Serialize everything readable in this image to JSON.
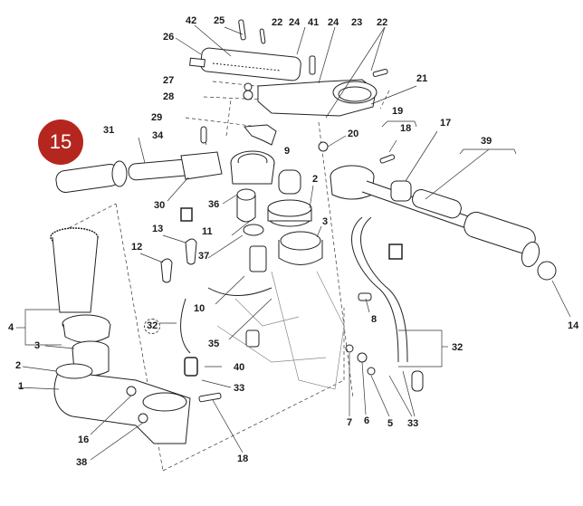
{
  "diagram": {
    "title": "Handlebar / Steering Head Exploded View",
    "figure_badge": {
      "label": "15",
      "color": "#b5261e"
    },
    "callouts": [
      {
        "id": "c42",
        "label": "42"
      },
      {
        "id": "c25",
        "label": "25"
      },
      {
        "id": "c22a",
        "label": "22"
      },
      {
        "id": "c24a",
        "label": "24"
      },
      {
        "id": "c41",
        "label": "41"
      },
      {
        "id": "c24b",
        "label": "24"
      },
      {
        "id": "c23",
        "label": "23"
      },
      {
        "id": "c22b",
        "label": "22"
      },
      {
        "id": "c26",
        "label": "26"
      },
      {
        "id": "c27",
        "label": "27"
      },
      {
        "id": "c28",
        "label": "28"
      },
      {
        "id": "c21",
        "label": "21"
      },
      {
        "id": "c29",
        "label": "29"
      },
      {
        "id": "c31",
        "label": "31"
      },
      {
        "id": "c34",
        "label": "34"
      },
      {
        "id": "c19",
        "label": "19"
      },
      {
        "id": "c18a",
        "label": "18"
      },
      {
        "id": "c17",
        "label": "17"
      },
      {
        "id": "c20",
        "label": "20"
      },
      {
        "id": "c39",
        "label": "39"
      },
      {
        "id": "c9",
        "label": "9"
      },
      {
        "id": "c2a",
        "label": "2"
      },
      {
        "id": "c30",
        "label": "30"
      },
      {
        "id": "c36",
        "label": "36"
      },
      {
        "id": "c11",
        "label": "11"
      },
      {
        "id": "c3a",
        "label": "3"
      },
      {
        "id": "c13",
        "label": "13"
      },
      {
        "id": "c12",
        "label": "12"
      },
      {
        "id": "c37",
        "label": "37"
      },
      {
        "id": "c10",
        "label": "10"
      },
      {
        "id": "c8",
        "label": "8"
      },
      {
        "id": "c14",
        "label": "14"
      },
      {
        "id": "c4",
        "label": "4"
      },
      {
        "id": "c32a",
        "label": "32"
      },
      {
        "id": "c3b",
        "label": "3"
      },
      {
        "id": "c35",
        "label": "35"
      },
      {
        "id": "c32b",
        "label": "32"
      },
      {
        "id": "c2b",
        "label": "2"
      },
      {
        "id": "c40",
        "label": "40"
      },
      {
        "id": "c1",
        "label": "1"
      },
      {
        "id": "c33a",
        "label": "33"
      },
      {
        "id": "c16",
        "label": "16"
      },
      {
        "id": "c7",
        "label": "7"
      },
      {
        "id": "c6",
        "label": "6"
      },
      {
        "id": "c5",
        "label": "5"
      },
      {
        "id": "c33b",
        "label": "33"
      },
      {
        "id": "c38",
        "label": "38"
      },
      {
        "id": "c18b",
        "label": "18"
      }
    ]
  }
}
